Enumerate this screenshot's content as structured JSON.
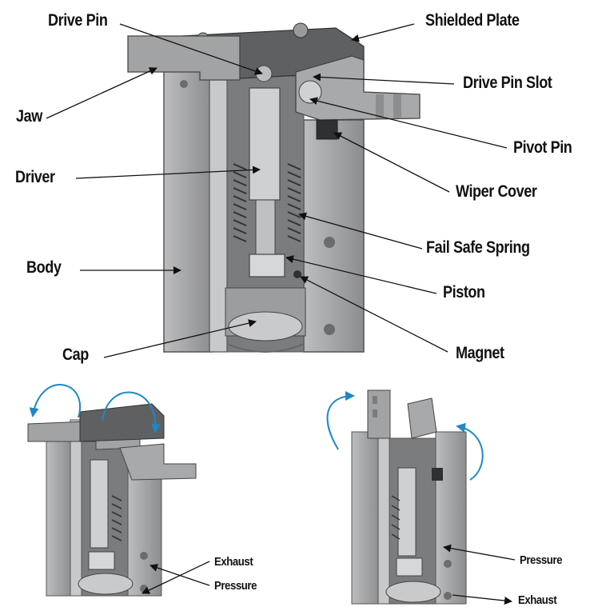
{
  "labels": {
    "drive_pin": "Drive Pin",
    "shielded_plate": "Shielded Plate",
    "drive_pin_slot": "Drive Pin Slot",
    "jaw": "Jaw",
    "pivot_pin": "Pivot Pin",
    "driver": "Driver",
    "wiper_cover": "Wiper Cover",
    "fail_safe_spring": "Fail Safe Spring",
    "body": "Body",
    "piston": "Piston",
    "cap": "Cap",
    "magnet": "Magnet"
  },
  "open_state": {
    "exhaust": "Exhaust",
    "pressure": "Pressure"
  },
  "closed_state": {
    "pressure": "Pressure",
    "exhaust": "Exhaust"
  },
  "colors": {
    "metal": "#a9aaac",
    "metal_dark": "#6d6e70",
    "metal_light": "#cfd0d2",
    "arrow": "#1f88c4",
    "leader": "#111111"
  }
}
